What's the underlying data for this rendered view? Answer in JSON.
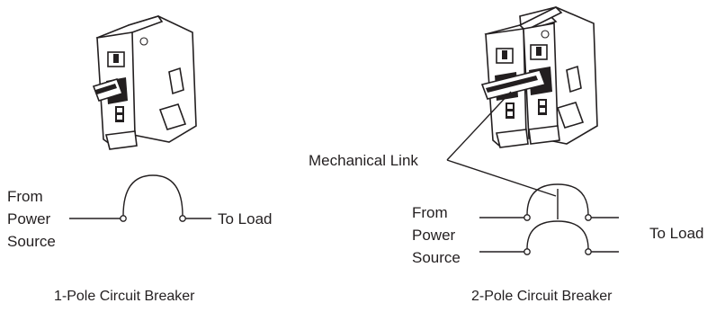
{
  "one_pole": {
    "from_line1": "From",
    "from_line2": "Power",
    "from_line3": "Source",
    "to_load": "To Load",
    "caption": "1-Pole Circuit Breaker"
  },
  "two_pole": {
    "from_line1": "From",
    "from_line2": "Power",
    "from_line3": "Source",
    "to_load": "To Load",
    "link_label": "Mechanical Link",
    "caption": "2-Pole Circuit Breaker"
  }
}
